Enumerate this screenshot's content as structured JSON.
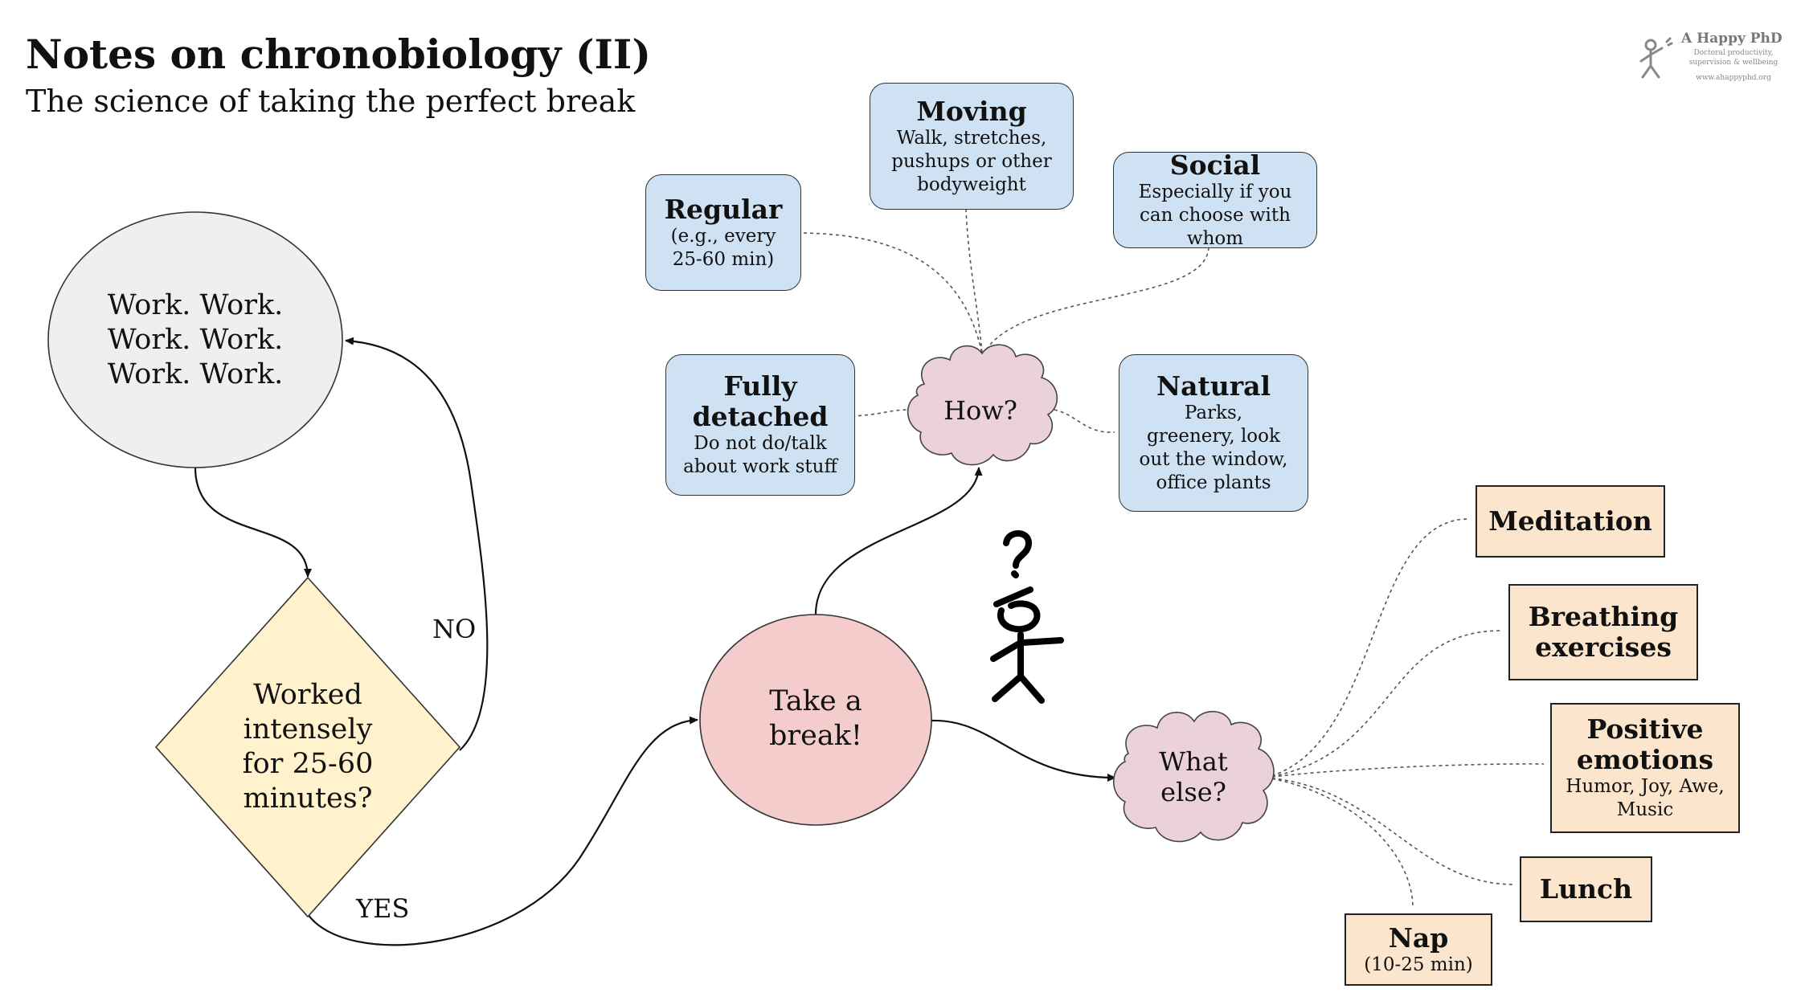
{
  "header": {
    "title": "Notes on chronobiology (II)",
    "subtitle": "The science of taking the perfect break"
  },
  "brand": {
    "name": "A Happy PhD",
    "tagline": "Doctoral productivity, supervision & wellbeing",
    "url": "www.ahappyphd.org"
  },
  "flow": {
    "work": "Work. Work. Work. Work. Work. Work.",
    "decision": "Worked intensely for 25-60 minutes?",
    "no_label": "NO",
    "yes_label": "YES",
    "break": "Take a break!",
    "how": "How?",
    "what_else": "What else?"
  },
  "how_options": {
    "regular": {
      "title": "Regular",
      "detail": "(e.g., every 25-60 min)"
    },
    "moving": {
      "title": "Moving",
      "detail": "Walk, stretches, pushups or other bodyweight"
    },
    "social": {
      "title": "Social",
      "detail": "Especially if you can choose with whom"
    },
    "detached": {
      "title": "Fully detached",
      "detail": "Do not do/talk about work stuff"
    },
    "natural": {
      "title": "Natural",
      "detail": "Parks, greenery, look out the window, office plants"
    }
  },
  "else_options": {
    "meditation": {
      "title": "Meditation"
    },
    "breathing": {
      "title": "Breathing exercises"
    },
    "positive": {
      "title": "Positive emotions",
      "detail": "Humor, Joy, Awe, Music"
    },
    "lunch": {
      "title": "Lunch"
    },
    "nap": {
      "title": "Nap",
      "detail": "(10-25 min)"
    }
  },
  "colors": {
    "work_fill": "#efefef",
    "decision_fill": "#fff2cc",
    "break_fill": "#f4cccc",
    "cloud_fill": "#ead1dc",
    "how_fill": "#cfe2f3",
    "else_fill": "#fce5cd"
  },
  "icons": {
    "figure": "confused-stick-figure-icon",
    "brand": "stick-figure-logo-icon"
  }
}
